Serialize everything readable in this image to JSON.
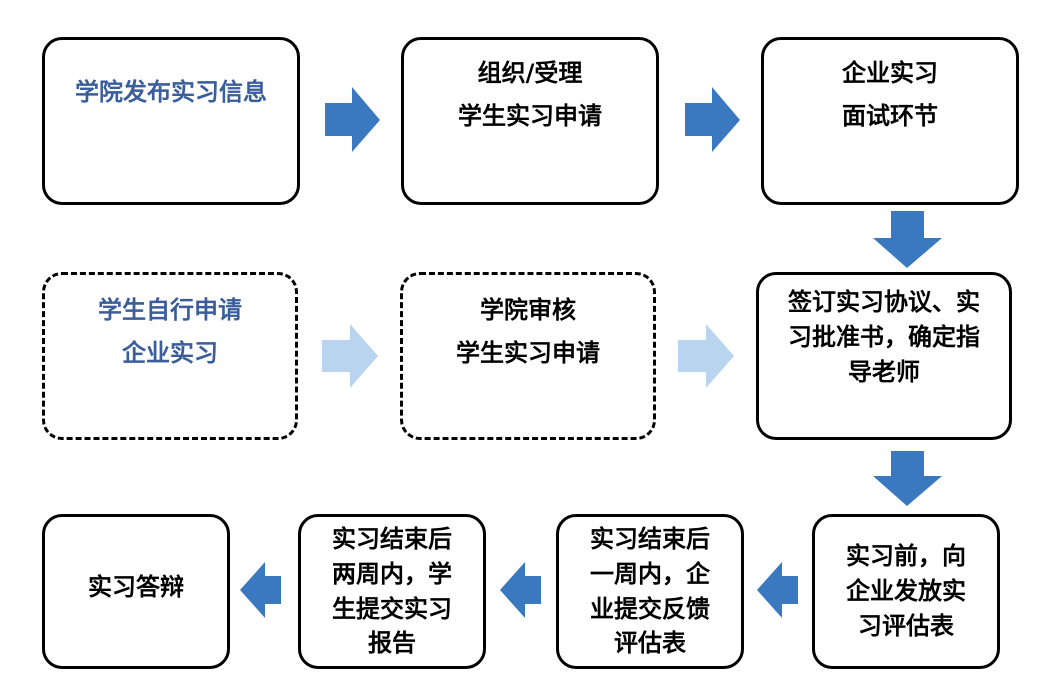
{
  "colors": {
    "arrow_dark": "#3a78bf",
    "arrow_light": "#b8d4ee",
    "blue_text": "#3a5d9c",
    "border": "#000000"
  },
  "boxes": {
    "publish": {
      "lines": [
        "学院发布实习信息"
      ]
    },
    "organize": {
      "lines": [
        "组织/受理",
        "学生实习申请"
      ]
    },
    "interview": {
      "lines": [
        "企业实习",
        "面试环节"
      ]
    },
    "self_apply": {
      "lines": [
        "学生自行申请",
        "企业实习"
      ]
    },
    "review": {
      "lines": [
        "学院审核",
        "学生实习申请"
      ]
    },
    "agreement": {
      "lines": [
        "签订实习协议、实",
        "习批准书，确定指",
        "导老师"
      ]
    },
    "before": {
      "lines": [
        "实习前，向",
        "企业发放实",
        "习评估表"
      ]
    },
    "week_after": {
      "lines": [
        "实习结束后",
        "一周内，企",
        "业提交反馈",
        "评估表"
      ]
    },
    "two_weeks_after": {
      "lines": [
        "实习结束后",
        "两周内，学",
        "生提交实习",
        "报告"
      ]
    },
    "defense": {
      "lines": [
        "实习答辩"
      ]
    }
  }
}
